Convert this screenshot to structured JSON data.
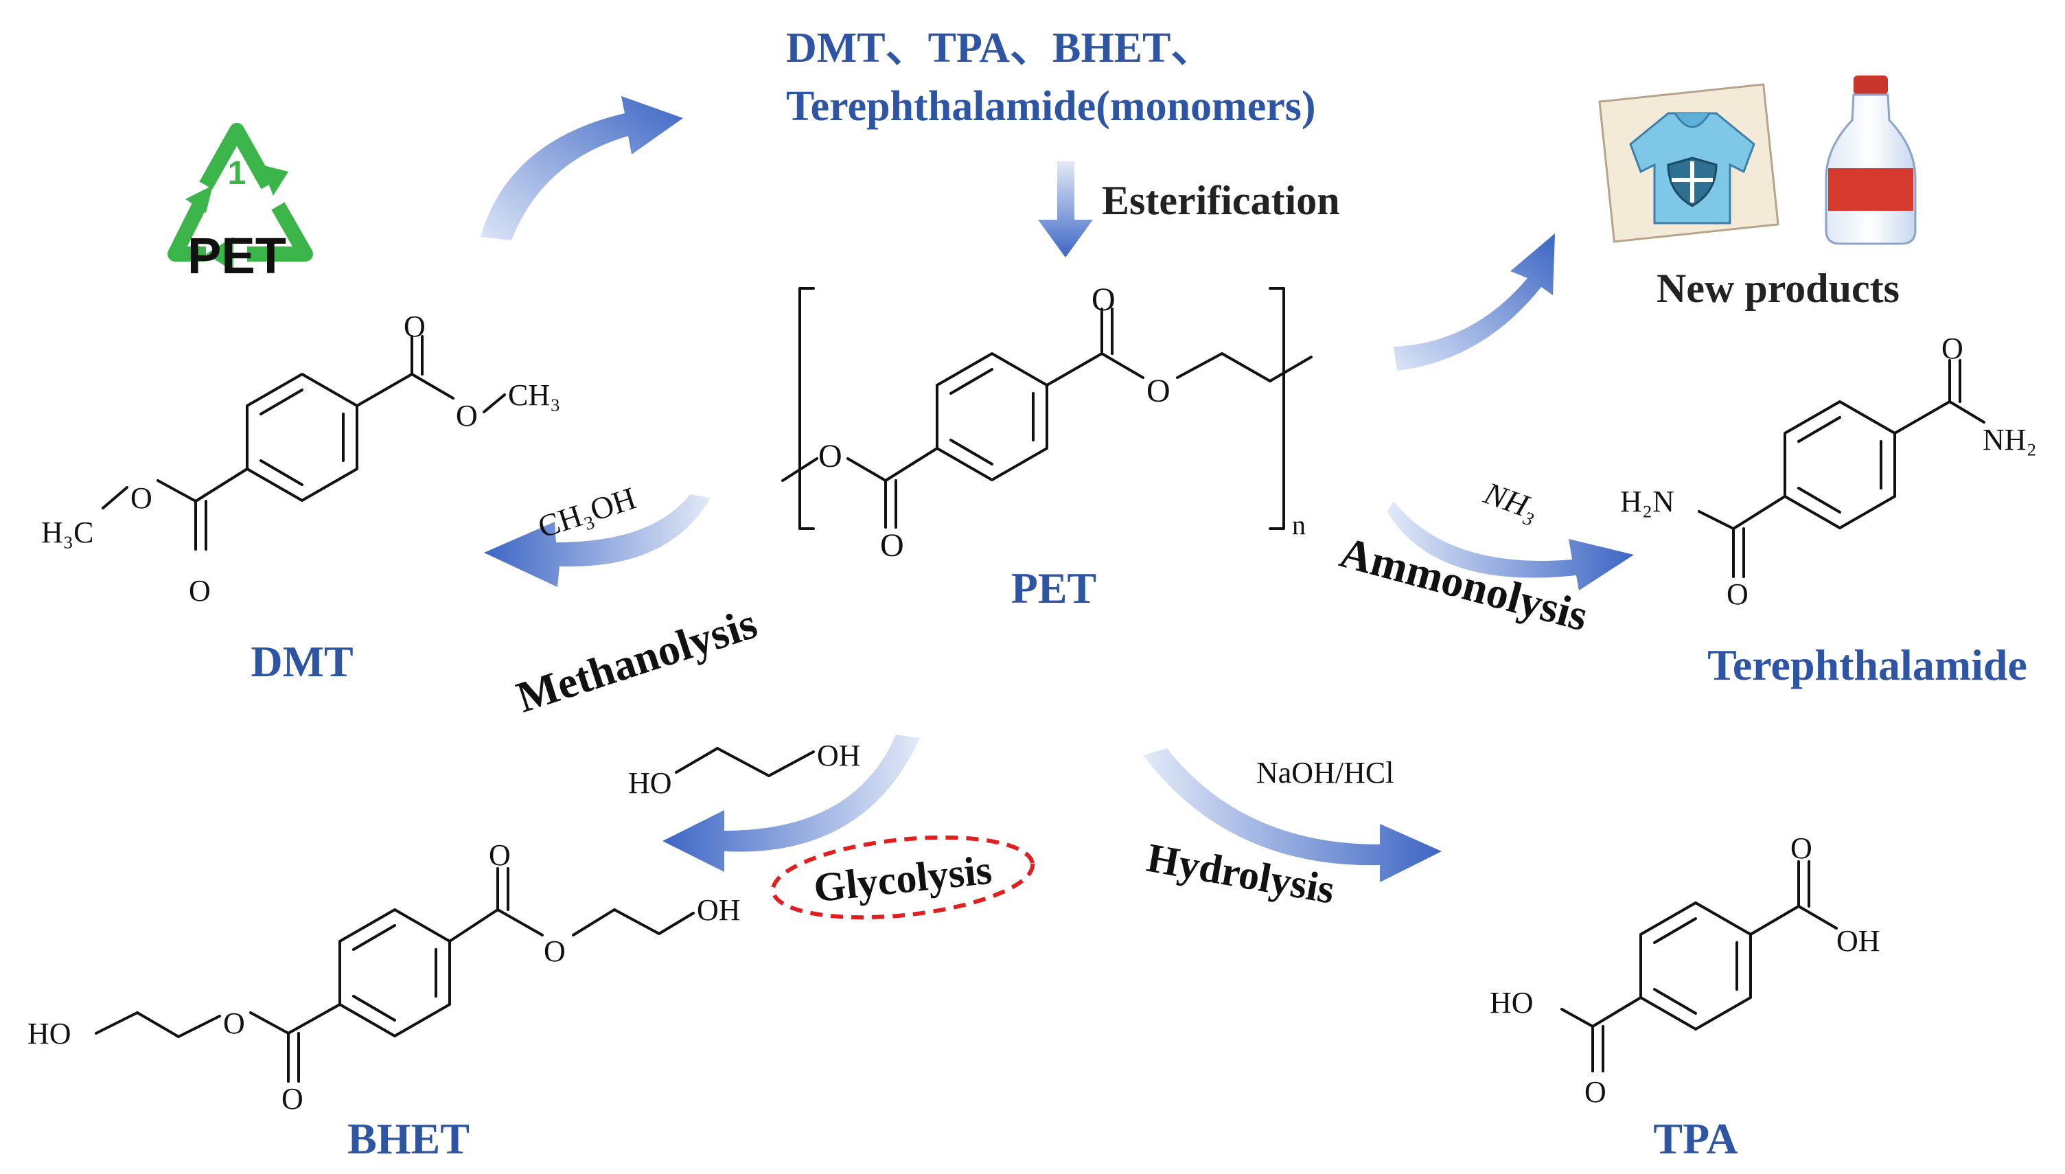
{
  "monomers_line1": "DMT、TPA、BHET、",
  "monomers_line2": "Terephthalamide(monomers)",
  "esterification": "Esterification",
  "pet_logo": {
    "number": "1",
    "label": "PET",
    "color": "#3bb54a"
  },
  "new_products": "New products",
  "center": {
    "name": "PET",
    "subscript_n": "n"
  },
  "routes": {
    "methanolysis": {
      "name": "Methanolysis",
      "reagent": "CH₃OH",
      "product": "DMT"
    },
    "ammonolysis": {
      "name": "Ammonolysis",
      "reagent": "NH₃",
      "product": "Terephthalamide"
    },
    "glycolysis": {
      "name": "Glycolysis",
      "reagent_left": "HO",
      "reagent_right": "OH",
      "product": "BHET",
      "highlight_color": "#e02020"
    },
    "hydrolysis": {
      "name": "Hydrolysis",
      "reagent": "NaOH/HCl",
      "product": "TPA"
    }
  },
  "atoms": {
    "o": "O",
    "h3c": "H₃C",
    "ch3": "CH₃",
    "h2n": "H₂N",
    "nh2": "NH₂",
    "ho": "HO",
    "oh": "OH"
  },
  "colors": {
    "accent_blue": "#2e55a3",
    "arrow_blue": "#4a72c8"
  }
}
